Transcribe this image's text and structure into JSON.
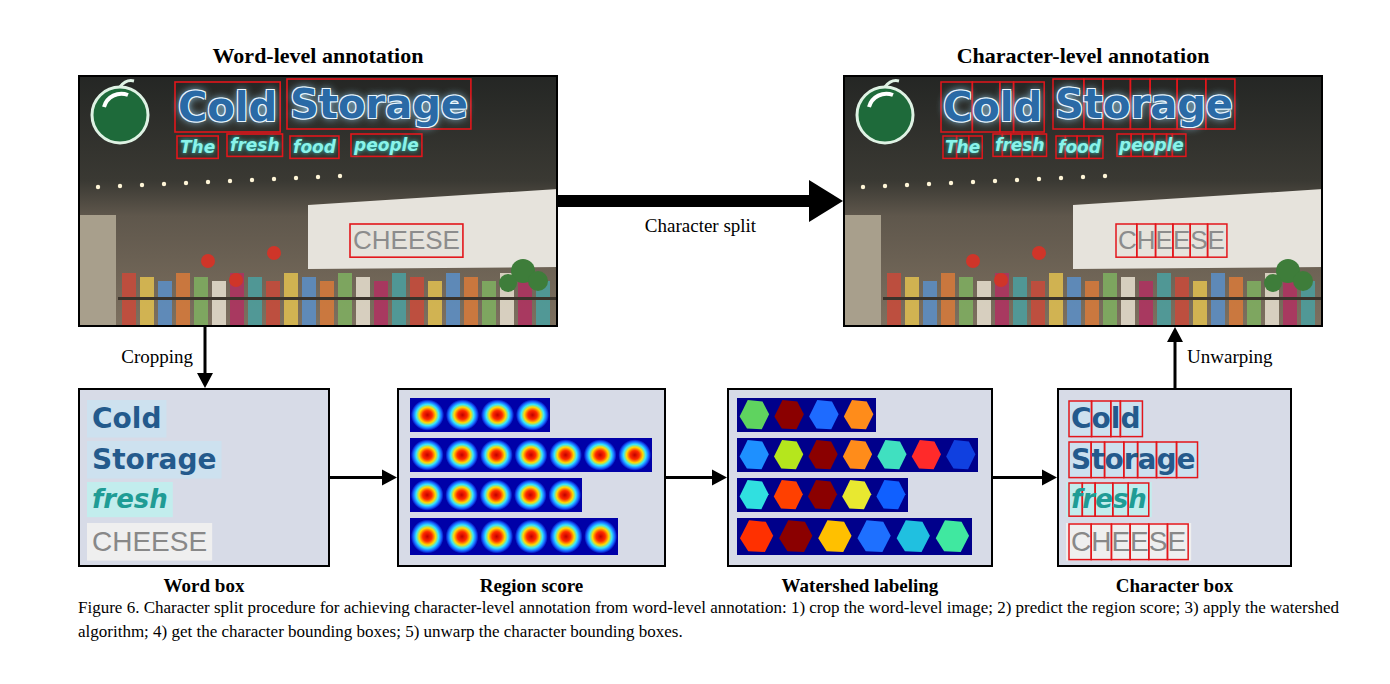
{
  "diagram": {
    "caption": "Figure 6. Character split procedure for achieving character-level annotation from word-level annotation: 1) crop the word-level image; 2) predict the region score; 3) apply the watershed algorithm; 4) get the character bounding boxes; 5) unwarp the character bounding boxes.",
    "nodes": [
      {
        "text": [
          "Word-level annotation"
        ]
      },
      {
        "text": [
          "Character-level annotation"
        ]
      },
      {
        "text": [
          "Word box"
        ]
      },
      {
        "text": [
          "Region score"
        ]
      },
      {
        "text": [
          "Watershed labeling"
        ]
      },
      {
        "text": [
          "Character box"
        ]
      }
    ],
    "edges": [
      {
        "from": 0,
        "to": 1,
        "arrow": "to",
        "label": "Character split"
      },
      {
        "from": 0,
        "to": 2,
        "arrow": "to",
        "label": "Cropping"
      },
      {
        "from": 2,
        "to": 3,
        "arrow": "to"
      },
      {
        "from": 3,
        "to": 4,
        "arrow": "to"
      },
      {
        "from": 4,
        "to": 5,
        "arrow": "to"
      },
      {
        "from": 5,
        "to": 1,
        "arrow": "to",
        "label": "Unwarping"
      }
    ],
    "labels": [
      "Cold",
      "Storage",
      "The",
      "fresh",
      "food",
      "people",
      "CHEESE",
      "Cold",
      "Storage",
      "The",
      "fresh",
      "food",
      "people",
      "CHEESE",
      "Cold",
      "Storage",
      "fresh",
      "CHEESE",
      "Cold",
      "Storage",
      "fresh",
      "CHEESE"
    ]
  }
}
